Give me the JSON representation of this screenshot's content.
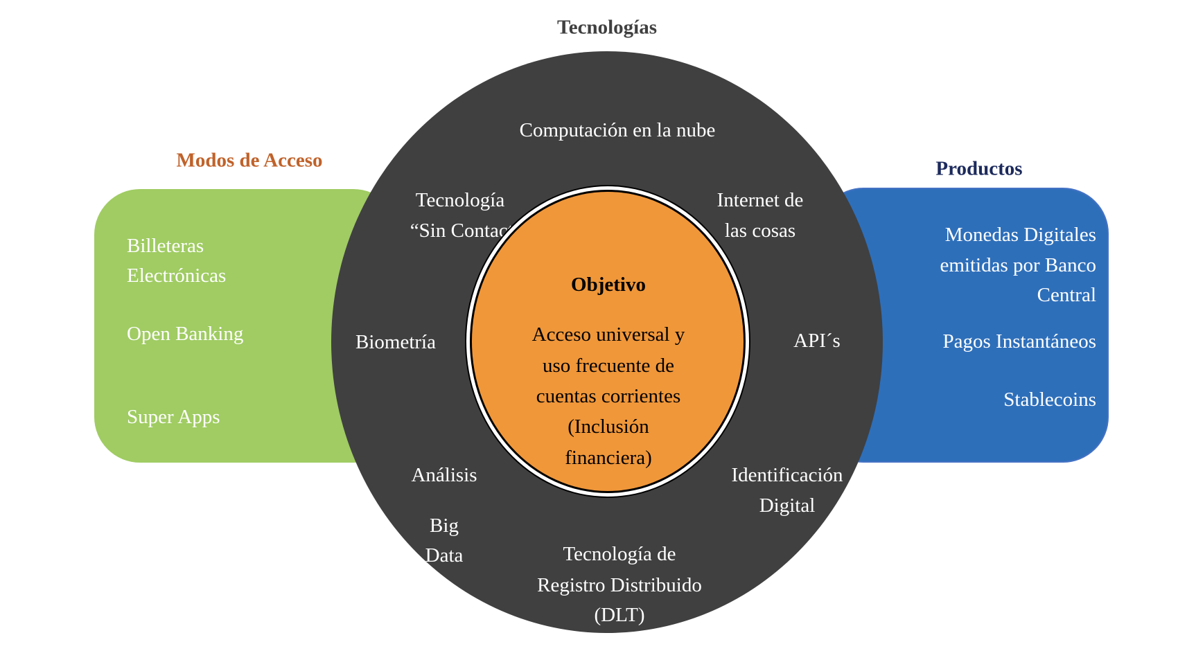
{
  "headings": {
    "technologies": "Tecnologías",
    "access_modes": "Modos de Acceso",
    "products": "Productos"
  },
  "access_modes": [
    "Billeteras",
    "Electrónicas",
    "Open Banking",
    "Super Apps"
  ],
  "products": [
    "Monedas Digitales",
    "emitidas por Banco",
    "Central",
    "Pagos Instantáneos",
    "Stablecoins"
  ],
  "technologies": {
    "cloud": "Computación en la nube",
    "contactless": [
      "Tecnología",
      "“Sin Contacto”"
    ],
    "iot": [
      "Internet de",
      "las cosas"
    ],
    "biometrics": "Biometría",
    "apis": "API´s",
    "analysis": "Análisis",
    "big_data": [
      "Big",
      "Data"
    ],
    "digital_id": [
      "Identificación",
      "Digital"
    ],
    "dlt": [
      "Tecnología de",
      "Registro Distribuido",
      "(DLT)"
    ]
  },
  "objective": {
    "title": "Objetivo",
    "lines": [
      "Acceso universal y",
      "uso frecuente de",
      "cuentas corrientes",
      "(Inclusión",
      "financiera)"
    ]
  },
  "colors": {
    "green": "#a0cc63",
    "blue": "#2e6fba",
    "dark": "#404040",
    "orange": "#f0973a",
    "access_heading": "#c0622a",
    "products_heading": "#1c2a5c"
  }
}
